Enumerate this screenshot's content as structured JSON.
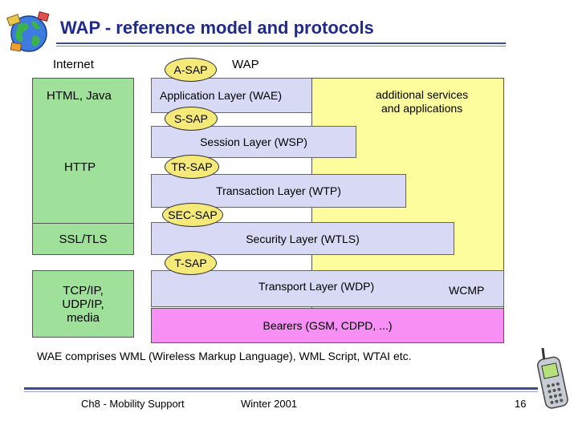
{
  "title": "WAP - reference model and protocols",
  "headers": {
    "internet": "Internet",
    "wap": "WAP"
  },
  "internet_stack": {
    "html_java": "HTML, Java",
    "http": "HTTP",
    "ssl_tls": "SSL/TLS",
    "tcp_udp": "TCP/IP,\nUDP/IP,\nmedia"
  },
  "access_points": {
    "a_sap": "A-SAP",
    "s_sap": "S-SAP",
    "tr_sap": "TR-SAP",
    "sec_sap": "SEC-SAP",
    "t_sap": "T-SAP"
  },
  "wap_layers": {
    "application": "Application Layer (WAE)",
    "session": "Session Layer (WSP)",
    "transaction": "Transaction Layer (WTP)",
    "security": "Security Layer (WTLS)",
    "transport": "Transport Layer (WDP)",
    "bearers": "Bearers  (GSM, CDPD, ...)"
  },
  "additional_services": "additional services\nand applications",
  "wcmp": "WCMP",
  "note": "WAE comprises WML (Wireless Markup Language), WML Script, WTAI etc.",
  "footer": {
    "chapter": "Ch8 - Mobility Support",
    "date": "Winter 2001",
    "page": "16"
  },
  "colors": {
    "internet_boxes": "#9fe09a",
    "wap_layers": "#d7d9f5",
    "additional_services": "#fdfd9e",
    "bearers": "#f78ff4",
    "sap": "#f5e97a",
    "title": "#1f2a8c"
  }
}
